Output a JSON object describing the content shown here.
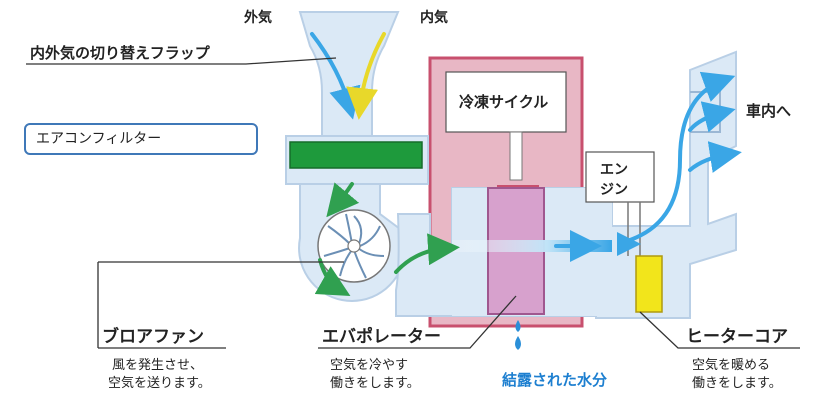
{
  "labels": {
    "outside_air": "外気",
    "inside_air": "内気",
    "flap": "内外気の切り替えフラップ",
    "filter": "エアコンフィルター",
    "refrigeration_cycle": "冷凍サイクル",
    "engine_line1": "エン",
    "engine_line2": "ジン",
    "cabin": "車内へ",
    "blower_title": "ブロアファン",
    "blower_desc_1": "風を発生させ、",
    "blower_desc_2": "空気を送ります。",
    "evaporator_title": "エバポレーター",
    "evaporator_desc_1": "空気を冷やす",
    "evaporator_desc_2": "働きをします。",
    "condensation": "結露された水分",
    "heater_title": "ヒーターコア",
    "heater_desc_1": "空気を暖める",
    "heater_desc_2": "働きをします。"
  },
  "colors": {
    "duct_fill": "#dbe9f6",
    "duct_stroke": "#b9cfe6",
    "cycle_fill": "#e8b7c5",
    "cycle_stroke": "#c8506e",
    "filter_green": "#1e9a3c",
    "evaporator_fill": "#d7a1cd",
    "heater_yellow": "#f2e51b",
    "arrow_blue": "#3aa6e6",
    "arrow_yellow": "#f0e33a",
    "arrow_green": "#30a050",
    "water_blue": "#2b8fd8",
    "condensation_text": "#1d7fd0"
  }
}
